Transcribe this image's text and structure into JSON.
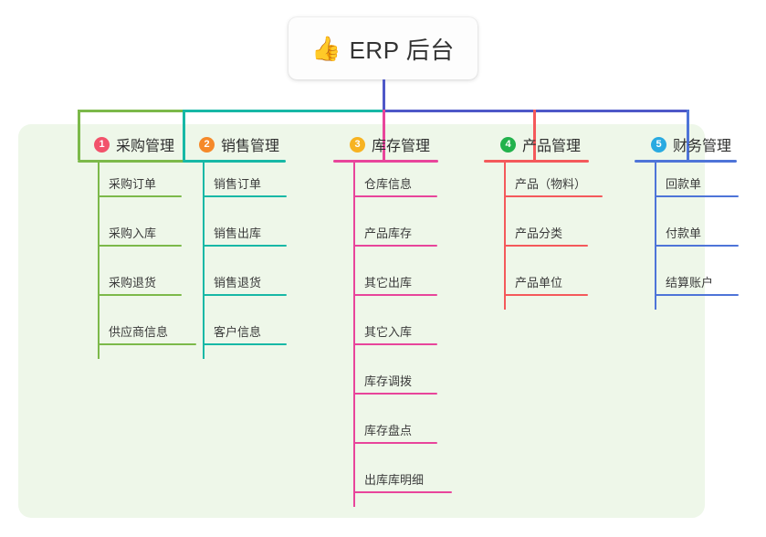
{
  "diagram": {
    "type": "mindmap",
    "title": "ERP 后台",
    "root": {
      "label": "ERP 后台",
      "icon": "thumbs-up-emoji",
      "emoji": "👍",
      "stem_color": "#4E58C8"
    },
    "panel_color": "#eef7e9",
    "branches": [
      {
        "number": "1",
        "label": "采购管理",
        "color": "#7CB94A",
        "badge_color": "#F2526B",
        "items": [
          "采购订单",
          "采购入库",
          "采购退货",
          "供应商信息"
        ]
      },
      {
        "number": "2",
        "label": "销售管理",
        "color": "#17B8A6",
        "badge_color": "#F5892A",
        "items": [
          "销售订单",
          "销售出库",
          "销售退货",
          "客户信息"
        ]
      },
      {
        "number": "3",
        "label": "库存管理",
        "color": "#E8459B",
        "badge_color": "#F7B321",
        "items": [
          "仓库信息",
          "产品库存",
          "其它出库",
          "其它入库",
          "库存调拨",
          "库存盘点",
          "出库库明细"
        ]
      },
      {
        "number": "4",
        "label": "产品管理",
        "color": "#F4595B",
        "badge_color": "#22B24C",
        "items": [
          "产品（物料）",
          "产品分类",
          "产品单位"
        ]
      },
      {
        "number": "5",
        "label": "财务管理",
        "color": "#4E74D8",
        "badge_color": "#29AAE1",
        "items": [
          "回款单",
          "付款单",
          "结算账户"
        ]
      }
    ]
  }
}
